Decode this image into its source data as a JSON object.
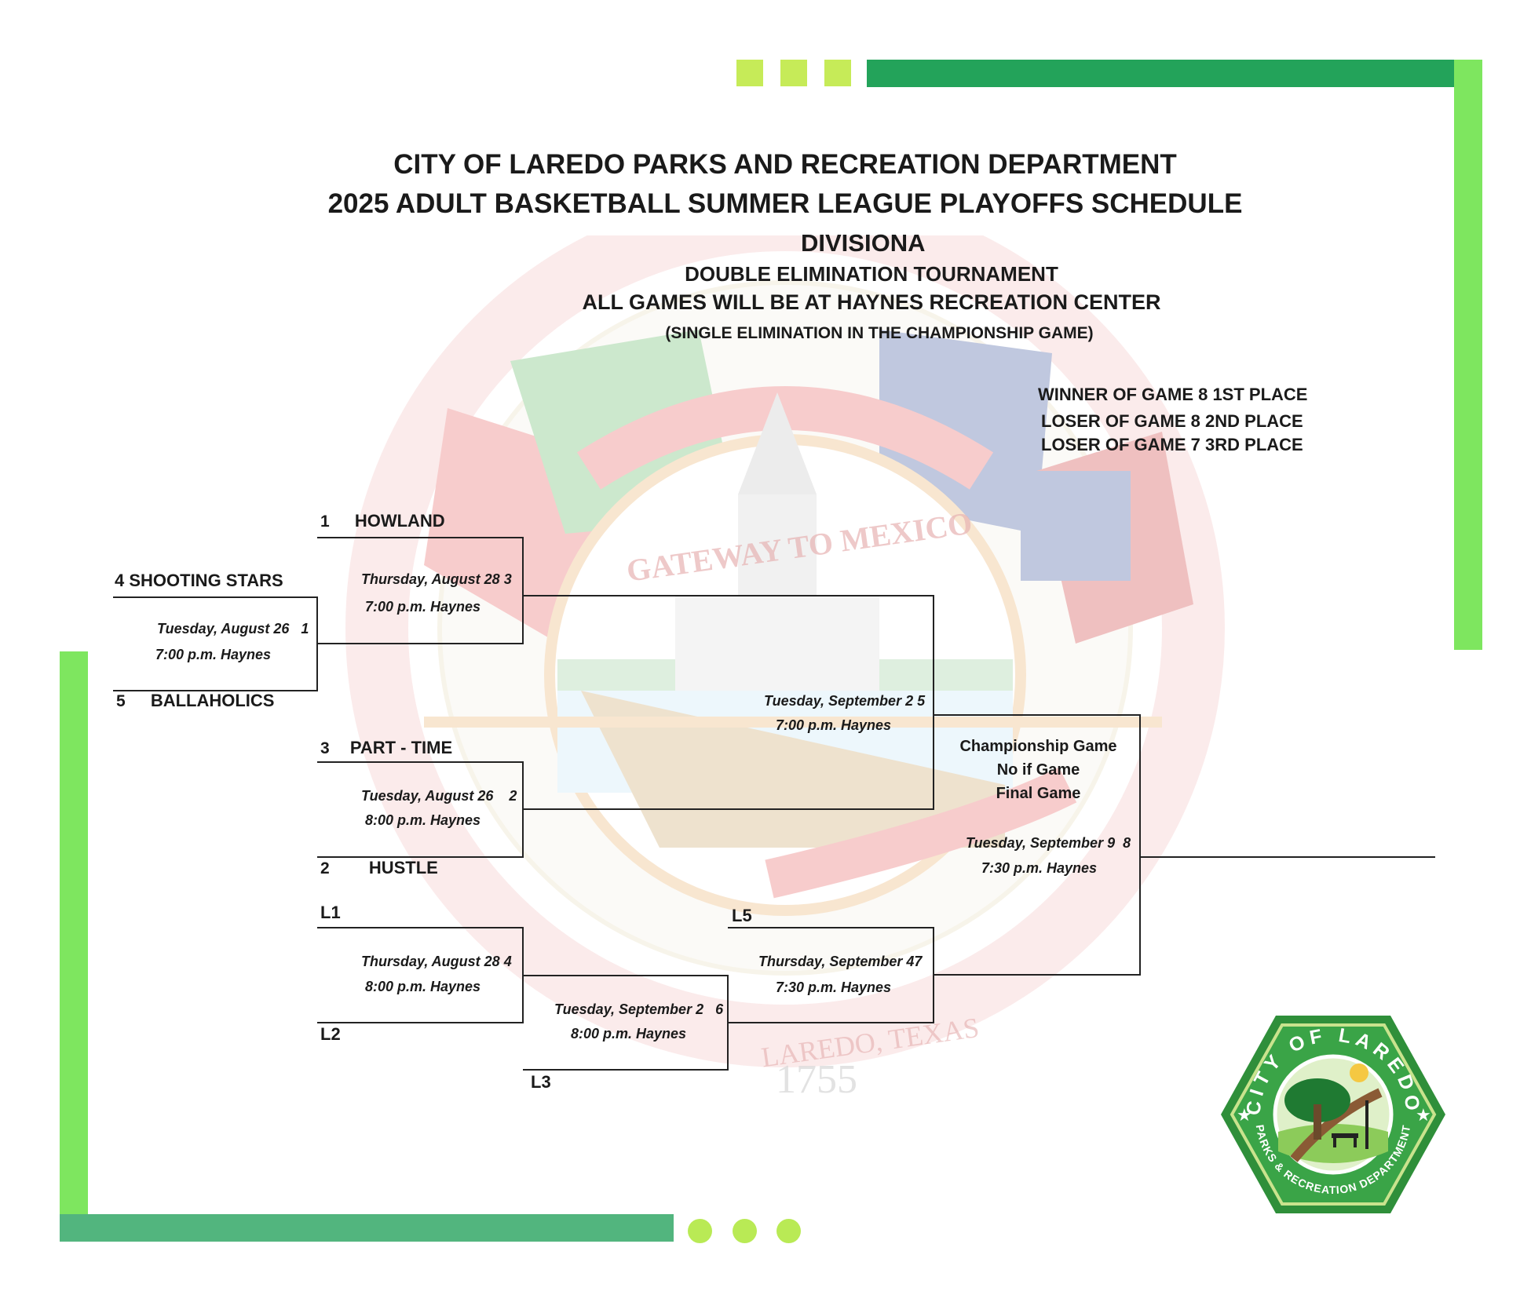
{
  "header": {
    "line1": "CITY OF LAREDO PARKS AND RECREATION DEPARTMENT",
    "line2": "2025 ADULT BASKETBALL SUMMER LEAGUE PLAYOFFS SCHEDULE",
    "division": "DIVISIONA",
    "format": "DOUBLE ELIMINATION TOURNAMENT",
    "venue": "ALL GAMES WILL BE AT HAYNES RECREATION CENTER",
    "note": "(SINGLE ELIMINATION IN THE CHAMPIONSHIP GAME)"
  },
  "placements": [
    "WINNER OF GAME 8 1ST PLACE",
    "LOSER OF GAME 8 2ND PLACE",
    "LOSER OF GAME 7 3RD PLACE"
  ],
  "teams": {
    "t1": {
      "seed": "1",
      "name": "HOWLAND"
    },
    "t4": {
      "label": "4 SHOOTING STARS"
    },
    "t5": {
      "seed": "5",
      "name": "BALLAHOLICS"
    },
    "t3": {
      "seed": "3",
      "name": "PART - TIME"
    },
    "t2": {
      "seed": "2",
      "name": "HUSTLE"
    }
  },
  "losers": {
    "l1": "L1",
    "l2": "L2",
    "l3": "L3",
    "l5": "L5"
  },
  "games": {
    "g1": {
      "date": "Tuesday, August 26",
      "num": "1",
      "time": "7:00 p.m. Haynes"
    },
    "g2": {
      "date": "Tuesday, August 26",
      "num": "2",
      "time": "8:00 p.m. Haynes"
    },
    "g3": {
      "date": "Thursday, August 28",
      "num": "3",
      "time": "7:00 p.m. Haynes"
    },
    "g4": {
      "date": "Thursday, August 28",
      "num": "4",
      "time": "8:00 p.m. Haynes"
    },
    "g5": {
      "date": "Tuesday, September 2",
      "num": "5",
      "time": "7:00 p.m. Haynes"
    },
    "g6": {
      "date": "Tuesday, September 2",
      "num": "6",
      "time": "8:00 p.m. Haynes"
    },
    "g7": {
      "date": "Thursday, September 4",
      "num": "7",
      "time": "7:30 p.m. Haynes"
    },
    "g8": {
      "date": "Tuesday, September 9",
      "num": "8",
      "time": "7:30 p.m. Haynes"
    }
  },
  "championship": {
    "line1": "Championship Game",
    "line2": "No if Game",
    "line3": "Final Game"
  },
  "watermark": {
    "banner": "GATEWAY TO MEXICO",
    "city": "LAREDO, TEXAS",
    "year": "1755"
  },
  "logo": {
    "top_text": "CITY OF LAREDO",
    "bottom_text": "PARKS & RECREATION DEPARTMENT"
  },
  "colors": {
    "dark_green": "#23a35a",
    "light_green": "#7ee65f",
    "lime": "#c6eb58",
    "bottom_bar": "#52b57e"
  }
}
